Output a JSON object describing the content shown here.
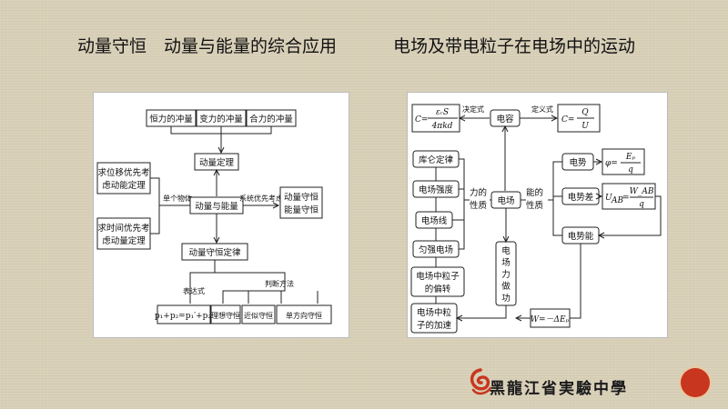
{
  "titles": {
    "left": "动量守恒　动量与能量的综合应用",
    "right": "电场及带电粒子在电场中的运动"
  },
  "left": {
    "n1": "恒力的冲量",
    "n2": "变力的冲量",
    "n3": "合力的冲量",
    "n4": "动量定理",
    "n5a": "求位移优先考",
    "n5b": "虑动能定理",
    "n6a": "求时间优先考",
    "n6b": "虑动量定理",
    "n7": "动量与能量",
    "e1": "单个物体",
    "e2": "系统优先考虑",
    "n8a": "动量守恒",
    "n8b": "能量守恒",
    "n9": "动量守恒定律",
    "e3": "表达式",
    "e4": "判断方法",
    "n10": "p₁+p₂=p₁′+p₂′",
    "n11": "理想守恒",
    "n12": "近似守恒",
    "n13": "单方向守恒"
  },
  "right": {
    "f1a": "C=",
    "f1n": "εᵣS",
    "f1d": "4πkd",
    "e1": "决定式",
    "n2": "电容",
    "e2": "定义式",
    "f3a": "C=",
    "f3n": "Q",
    "f3d": "U",
    "n4": "库仑定律",
    "n5": "电场强度",
    "n6": "电场线",
    "n7": "匀强电场",
    "n8a": "电场中粒子",
    "n8b": "的偏转",
    "n9a": "电场中粒",
    "n9b": "子的加速",
    "e3a": "力的",
    "e3b": "性质",
    "n10": "电场",
    "e4a": "能的",
    "e4b": "性质",
    "n11": "电势",
    "n12": "电势差",
    "n13": "电势能",
    "f14a": "φ=",
    "f14n": "Eₚ",
    "f14d": "q",
    "f15a": "U",
    "f15s": "AB",
    "f15b": "=",
    "f15n": "W_AB",
    "f15d": "q",
    "v1": "电",
    "v2": "场",
    "v3": "力",
    "v4": "做",
    "v5": "功",
    "f16": "W=－ΔEₚ"
  },
  "footer": {
    "school": "黑龍江省実驗中學"
  },
  "colors": {
    "logo_red": "#c8361f",
    "background": "#d9d0b8"
  }
}
